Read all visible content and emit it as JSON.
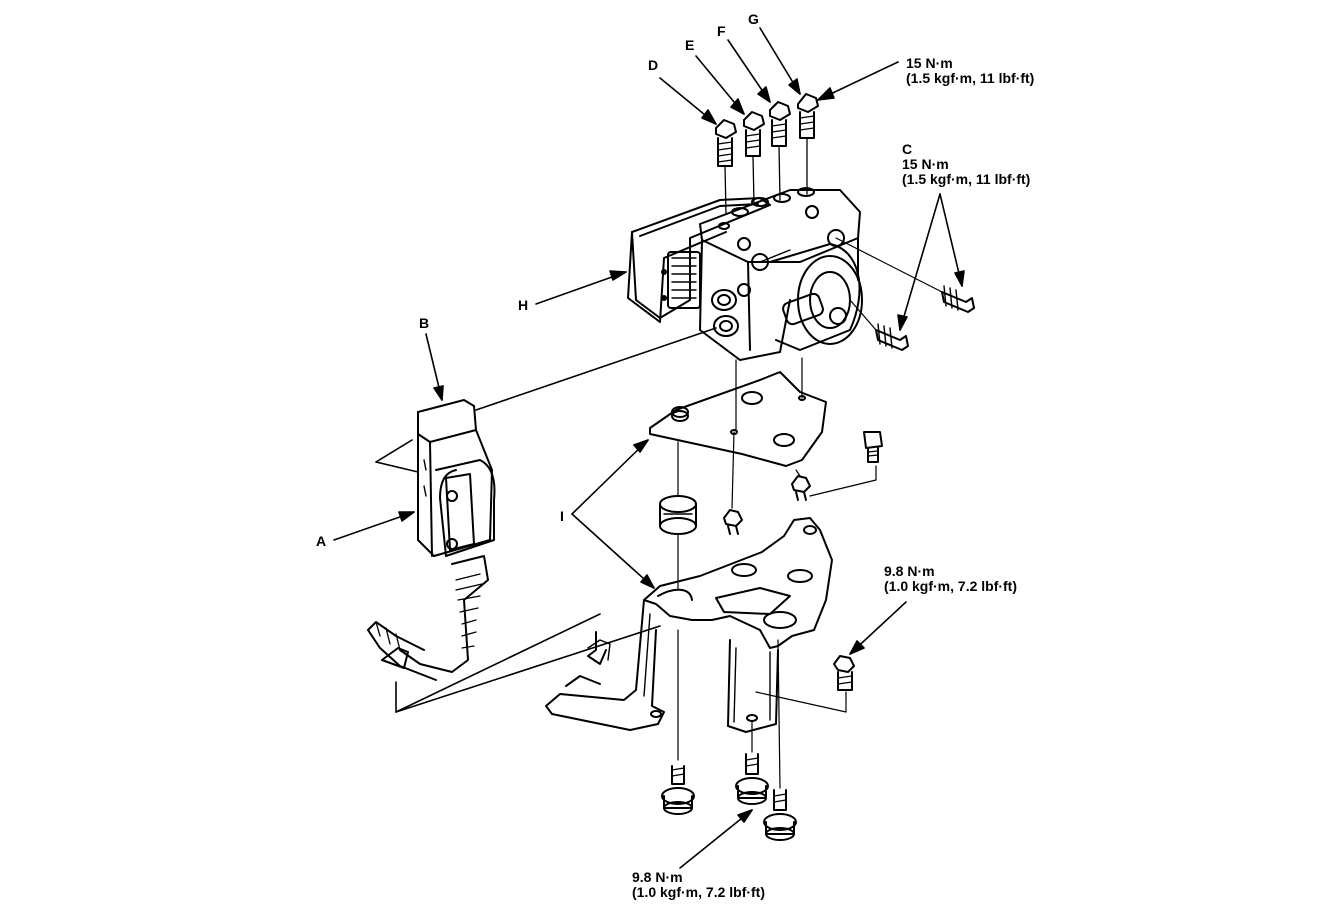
{
  "callouts": {
    "A": "A",
    "B": "B",
    "C": "C",
    "D": "D",
    "E": "E",
    "F": "F",
    "G": "G",
    "H": "H",
    "I": "I"
  },
  "torque_top": {
    "line1": "15 N·m",
    "line2": "(1.5 kgf·m, 11 lbf·ft)"
  },
  "torque_c": {
    "line1": "15 N·m",
    "line2": "(1.5 kgf·m, 11 lbf·ft)"
  },
  "torque_right": {
    "line1": "9.8 N·m",
    "line2": "(1.0 kgf·m, 7.2 lbf·ft)"
  },
  "torque_bottom": {
    "line1": "9.8 N·m",
    "line2": "(1.0 kgf·m, 7.2 lbf·ft)"
  }
}
